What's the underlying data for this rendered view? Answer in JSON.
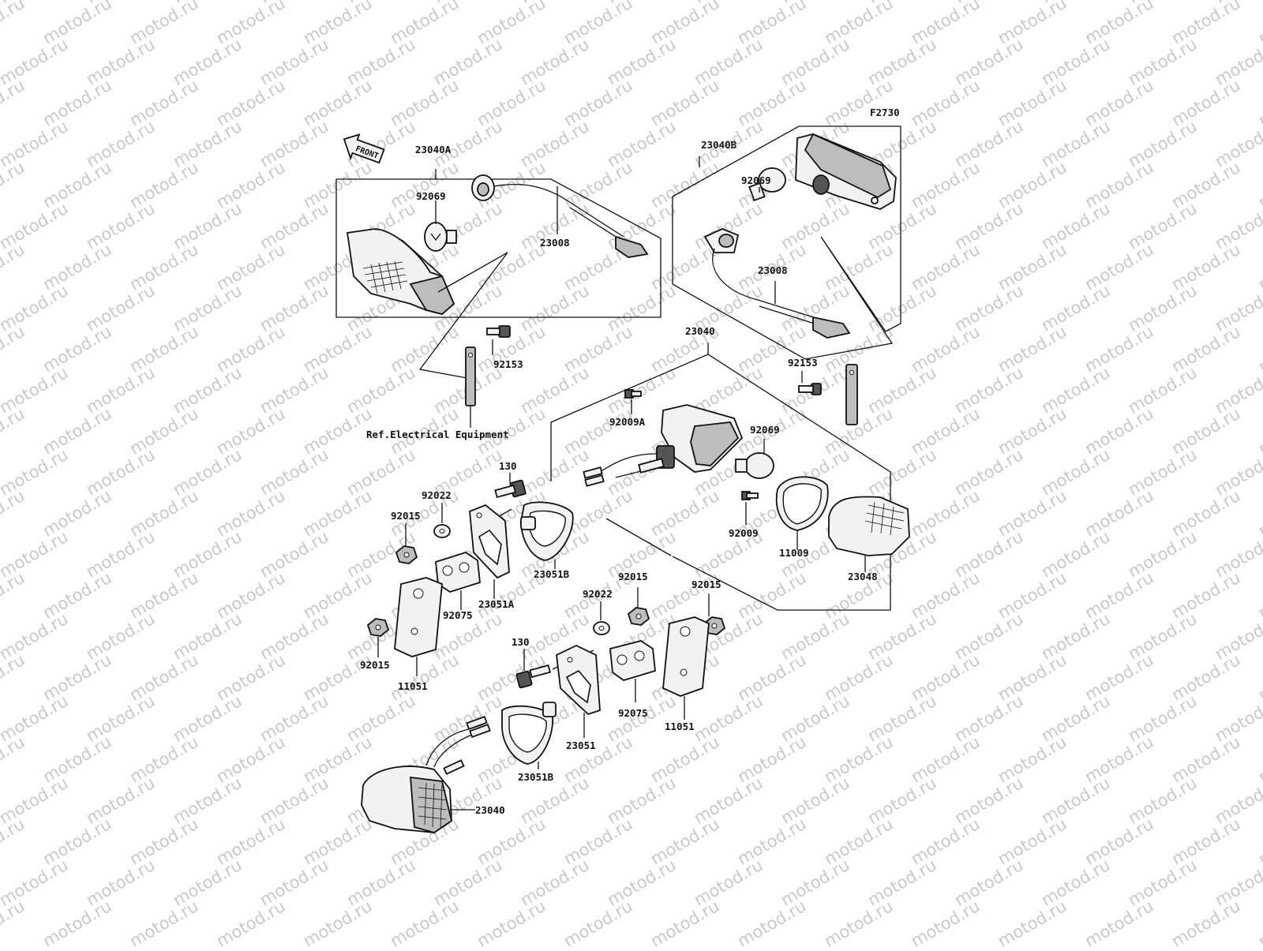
{
  "watermark": "motod.ru",
  "figure_code": "F2730",
  "front_label": "FRONT",
  "ref_label": "Ref.Electrical Equipment",
  "labels": {
    "a_23040A": "23040A",
    "a_92069": "92069",
    "a_23008": "23008",
    "b_23040B": "23040B",
    "b_92069": "92069",
    "b_23008": "23008",
    "l_92153": "92153",
    "r_92153": "92153",
    "c_23040": "23040",
    "c_92009A": "92009A",
    "c_92069": "92069",
    "c_92009": "92009",
    "c_11009": "11009",
    "c_23048": "23048",
    "u_130": "130",
    "u_92022": "92022",
    "u_92015": "92015",
    "u_23051B": "23051B",
    "u_23051A": "23051A",
    "u_92075": "92075",
    "u_92015b": "92015",
    "u_11051": "11051",
    "m_92015": "92015",
    "m_92022": "92022",
    "m_92015r": "92015",
    "l_130": "130",
    "l_92075": "92075",
    "l_11051": "11051",
    "l_23051": "23051",
    "l_23051B": "23051B",
    "l_23040": "23040"
  }
}
